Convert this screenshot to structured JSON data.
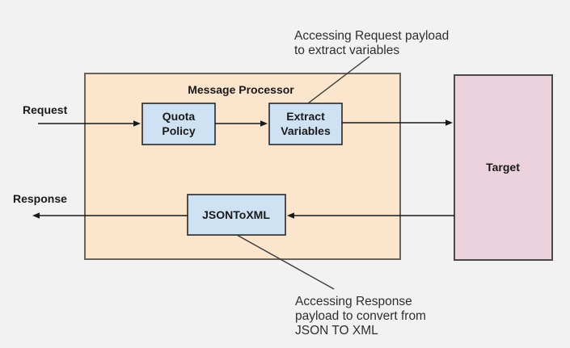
{
  "colors": {
    "background": "#f2f2f2",
    "processor_fill": "#fce5cd",
    "processor_border": "#6d6459",
    "policy_fill": "#cfe2f3",
    "policy_border": "#26282a",
    "target_fill": "#ead1dc",
    "target_border": "#4a4a4a",
    "arrow": "#1a1a1a",
    "annotation_text": "#2e2e2e"
  },
  "diagram": {
    "processor": {
      "title": "Message Processor"
    },
    "nodes": {
      "quota_policy": {
        "line1": "Quota",
        "line2": "Policy"
      },
      "extract_variables": {
        "line1": "Extract",
        "line2": "Variables"
      },
      "json_to_xml": {
        "label": "JSONToXML"
      },
      "target": {
        "label": "Target"
      }
    },
    "flows": {
      "request_label": "Request",
      "response_label": "Response"
    },
    "annotations": {
      "request": {
        "line1": "Accessing Request payload",
        "line2": "to extract variables"
      },
      "response": {
        "line1": "Accessing Response",
        "line2": "payload to convert from",
        "line3": "JSON TO XML"
      }
    }
  }
}
